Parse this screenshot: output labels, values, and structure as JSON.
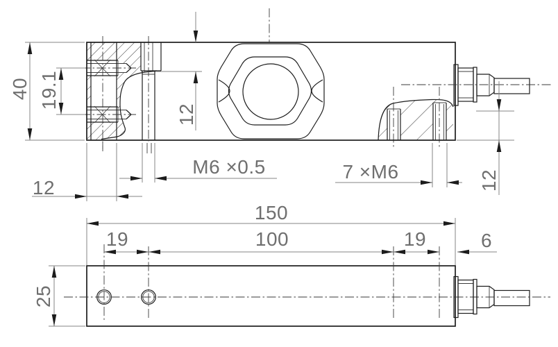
{
  "colors": {
    "background": "#ffffff",
    "part_line": "#1c1c1c",
    "dimension_line": "#858585",
    "dimension_text": "#6f6f6f"
  },
  "views": {
    "side": {
      "dimensions": {
        "overall_height": "40",
        "hole_pitch": "19.1",
        "top_offset": "12",
        "edge_offset": "12",
        "fine_thread": "M6 ×0.5",
        "tapped_thread": "7 ×M6",
        "foot_offset": "12"
      }
    },
    "plan": {
      "dimensions": {
        "overall_length": "150",
        "hole_span": "100",
        "pitch_left": "19",
        "pitch_right": "19",
        "end_offset": "6",
        "overall_width": "25"
      }
    }
  }
}
